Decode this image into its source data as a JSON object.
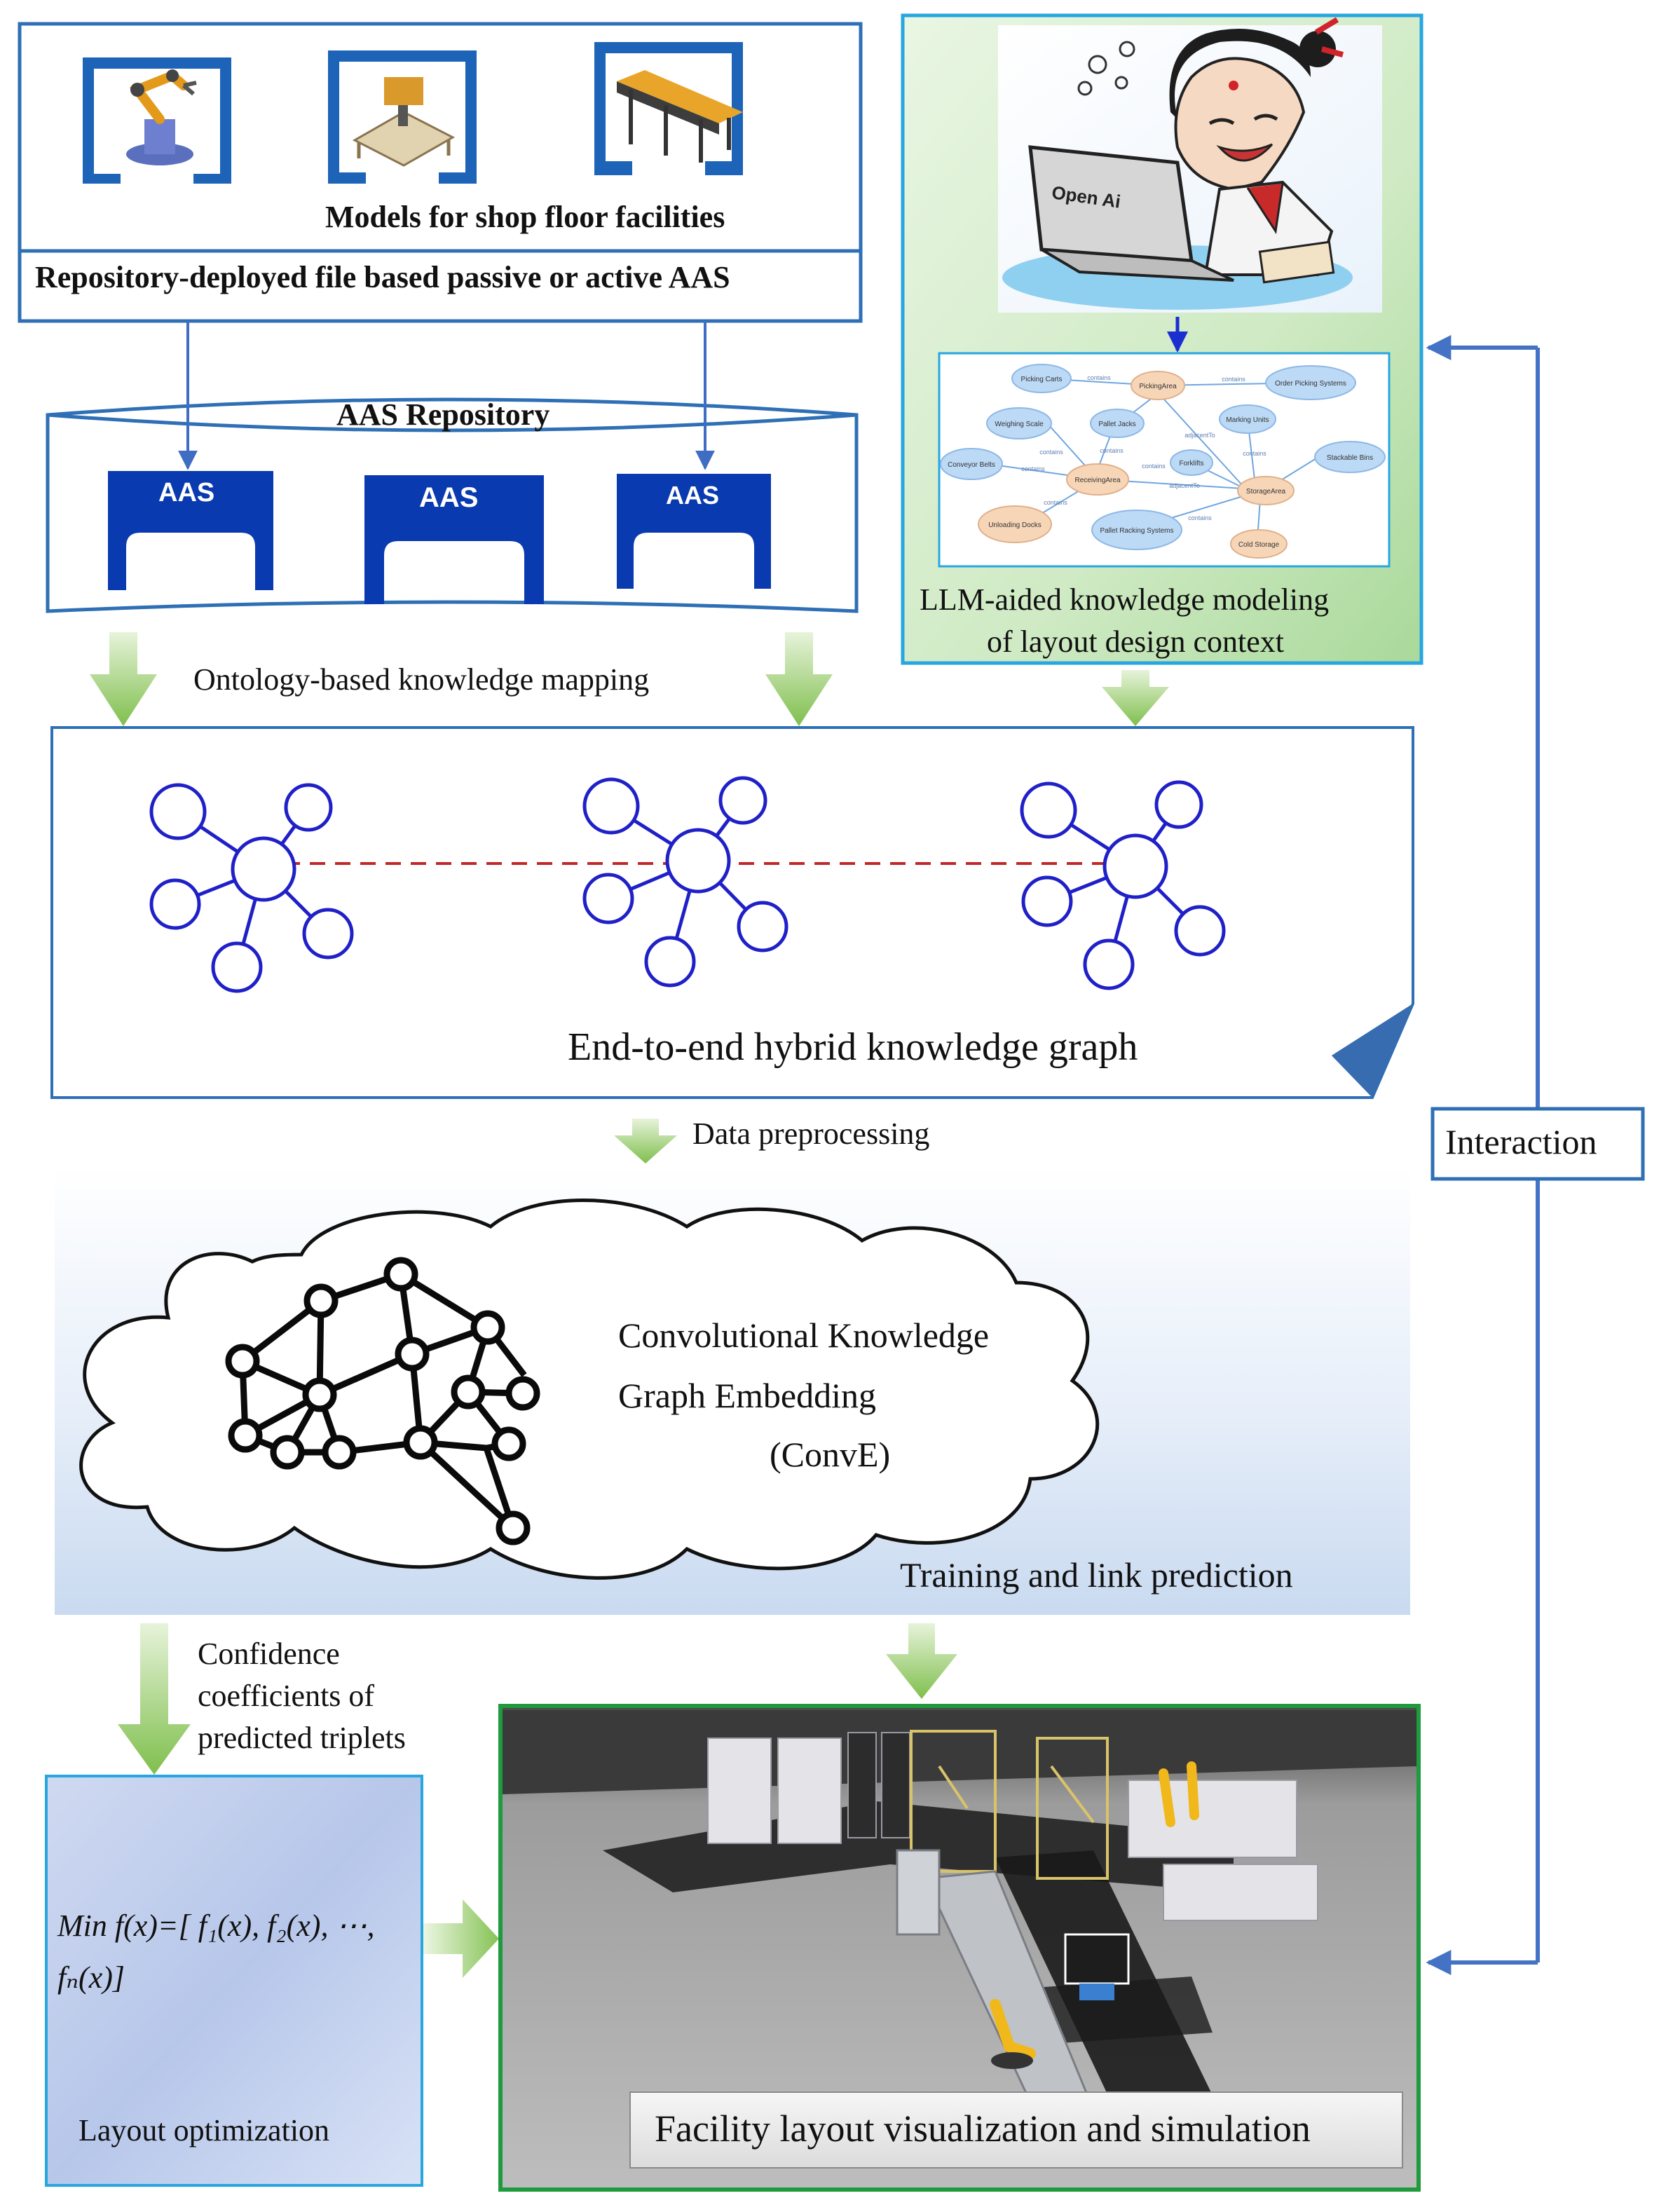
{
  "models_box": {
    "title": "Models for shop floor facilities",
    "subtitle": "Repository-deployed file based passive or active AAS"
  },
  "repository": {
    "title": "AAS Repository",
    "shell_labels": [
      "AAS",
      "AAS",
      "AAS"
    ]
  },
  "llm": {
    "laptop_text": "Open Ai",
    "caption_line1": "LLM-aided knowledge modeling",
    "caption_line2": "of layout design context",
    "graph_nodes": [
      "Picking Carts",
      "PickingArea",
      "Order Picking Systems",
      "Weighing Scale",
      "Pallet Jacks",
      "Marking Units",
      "Conveyor Belts",
      "ReceivingArea",
      "Forklifts",
      "StorageArea",
      "Stackable Bins",
      "Unloading Docks",
      "Pallet Racking Systems",
      "Cold Storage"
    ],
    "graph_edge_labels": [
      "contains",
      "contains",
      "adjacentTo",
      "contains",
      "contains",
      "contains",
      "contains",
      "adjacentTo",
      "contains",
      "contains",
      "contains"
    ]
  },
  "mapping_label": "Ontology-based knowledge mapping",
  "kg": {
    "title": "End-to-end hybrid knowledge graph"
  },
  "preprocessing_label": "Data preprocessing",
  "conve": {
    "line1": "Convolutional  Knowledge",
    "line2": "Graph Embedding",
    "line3": "(ConvE)",
    "footer": "Training and link prediction"
  },
  "confidence": {
    "line1": "Confidence",
    "line2": "coefficients of",
    "line3": "predicted triplets"
  },
  "optimization": {
    "formula_line1": "Min  f(x)=[  f₁(x), f₂(x), ⋯,",
    "formula_line2": "fₙ(x)]",
    "title": "Layout optimization"
  },
  "visualization": {
    "caption": "Facility layout visualization and simulation"
  },
  "interaction_label": "Interaction",
  "colors": {
    "box_border": "#2e6fb5",
    "node_stroke": "#2020c8",
    "arrow_green": "#8cc25a",
    "aas_blue": "#0a3ab0",
    "vis_border": "#1f9a3c",
    "interaction_line": "#4472c4",
    "dashed_red": "#c0282a"
  }
}
